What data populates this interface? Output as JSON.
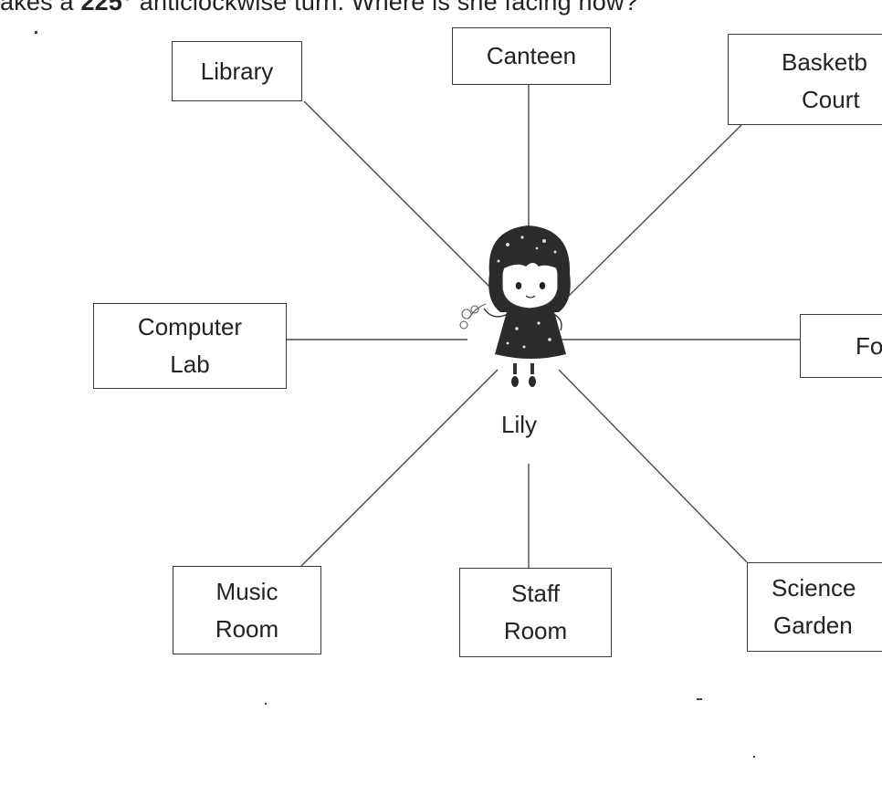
{
  "question": {
    "before": "akes a ",
    "angle": "225°",
    "after": " anticlockwise turn. Where is she facing now?"
  },
  "diagram": {
    "center_label": "Lily",
    "places": {
      "library": {
        "line1": "Library",
        "line2": ""
      },
      "canteen": {
        "line1": "Canteen",
        "line2": ""
      },
      "basketball_court": {
        "line1": "Basketb",
        "line2": "Court"
      },
      "computer_lab": {
        "line1": "Computer",
        "line2": "Lab"
      },
      "foyer": {
        "line1": "Foye",
        "line2": ""
      },
      "music_room": {
        "line1": "Music",
        "line2": "Room"
      },
      "staff_room": {
        "line1": "Staff",
        "line2": "Room"
      },
      "science_garden": {
        "line1": "Science",
        "line2": "Garden"
      }
    }
  }
}
